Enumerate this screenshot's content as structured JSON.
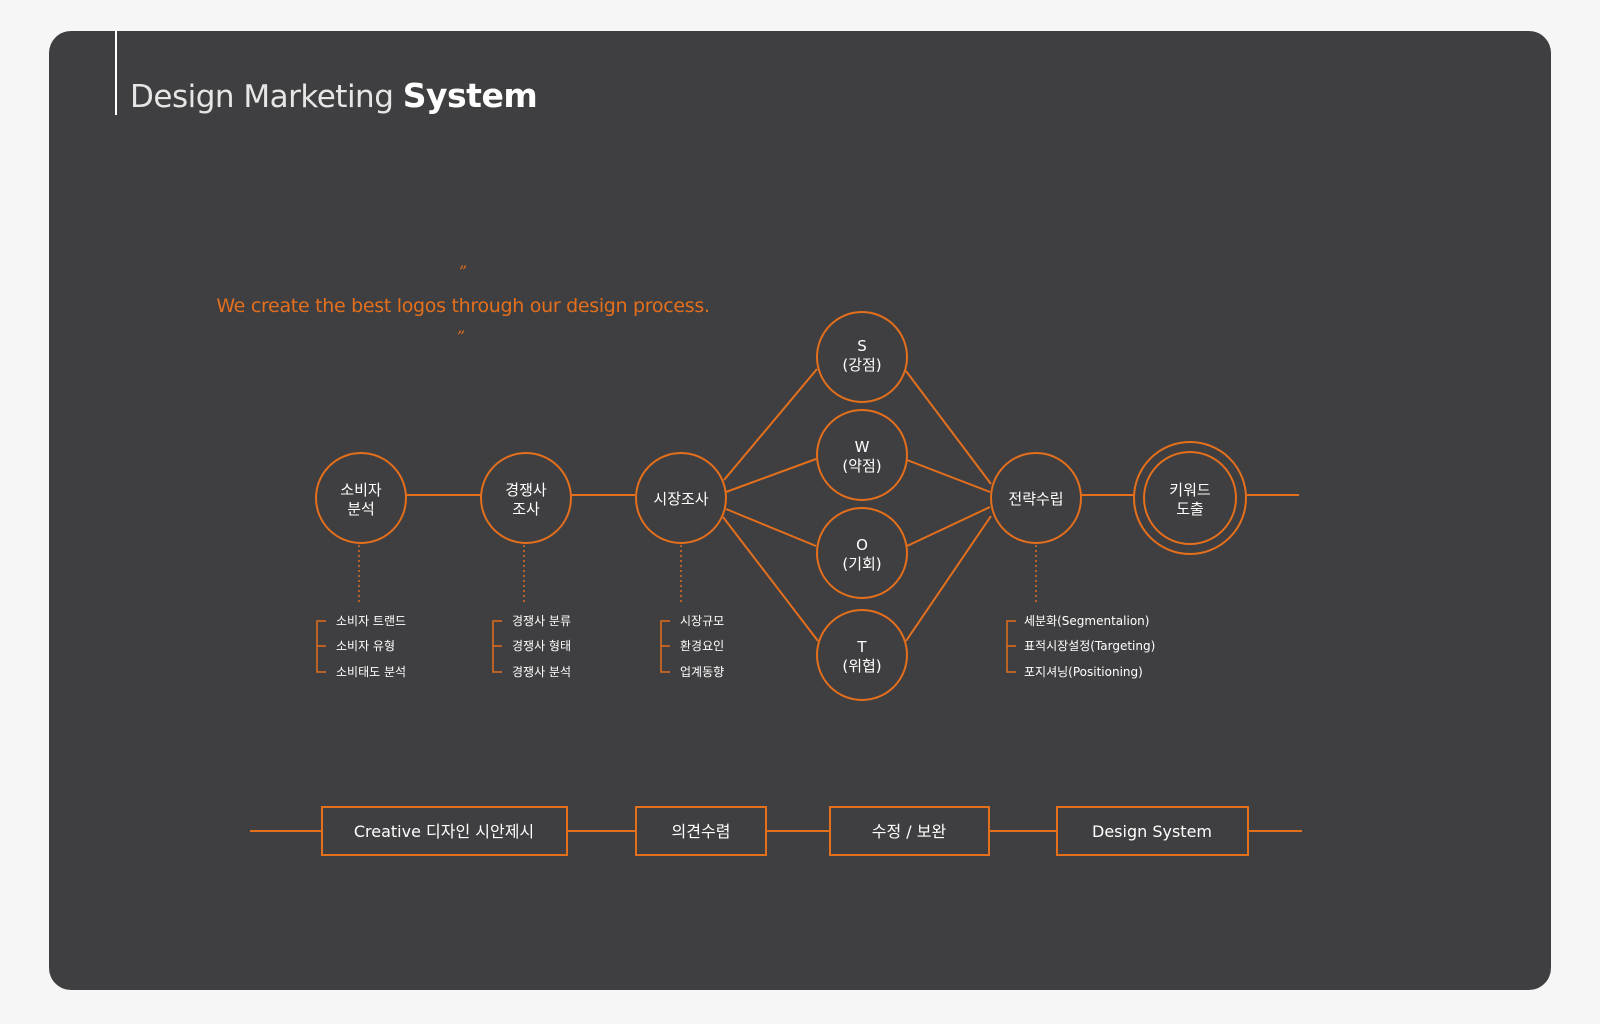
{
  "header": {
    "title_light": "Design Marketing",
    "title_bold": "System"
  },
  "tagline": {
    "open_quote": "”",
    "text": "We create the best logos through our design process.",
    "close_quote": "”"
  },
  "colors": {
    "accent": "#e46f1c",
    "panel": "#3f3f41",
    "background": "#f6f6f6",
    "text": "#ffffff"
  },
  "process": {
    "nodes": [
      {
        "id": "consumer",
        "lines": [
          "소비자",
          "분석"
        ]
      },
      {
        "id": "competitor",
        "lines": [
          "경쟁사",
          "조사"
        ]
      },
      {
        "id": "market",
        "lines": [
          "시장조사"
        ]
      },
      {
        "id": "strategy",
        "lines": [
          "전략수립"
        ]
      },
      {
        "id": "keyword",
        "lines": [
          "키워드",
          "도출"
        ]
      }
    ],
    "swot": [
      {
        "id": "s",
        "lines": [
          "S",
          "(강점)"
        ]
      },
      {
        "id": "w",
        "lines": [
          "W",
          "(약점)"
        ]
      },
      {
        "id": "o",
        "lines": [
          "O",
          "(기회)"
        ]
      },
      {
        "id": "t",
        "lines": [
          "T",
          "(위협)"
        ]
      }
    ],
    "details": [
      {
        "node": "consumer",
        "items": [
          "소비자 트랜드",
          "소비자 유형",
          "소비태도 분석"
        ]
      },
      {
        "node": "competitor",
        "items": [
          "경쟁사 분류",
          "경쟁사 형태",
          "경쟁사 분석"
        ]
      },
      {
        "node": "market",
        "items": [
          "시장규모",
          "환경요인",
          "업계동향"
        ]
      },
      {
        "node": "strategy",
        "items": [
          "세분화(Segmentalion)",
          "표적시장설정(Targeting)",
          "포지셔닝(Positioning)"
        ]
      }
    ]
  },
  "pipeline": {
    "steps": [
      {
        "id": "creative",
        "label": "Creative 디자인 시안제시"
      },
      {
        "id": "feedback",
        "label": "의견수렴"
      },
      {
        "id": "revision",
        "label": "수정 / 보완"
      },
      {
        "id": "system",
        "label": "Design System"
      }
    ]
  }
}
